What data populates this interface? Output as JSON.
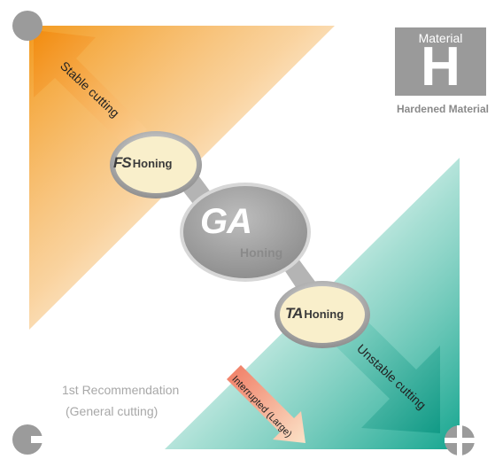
{
  "badge": {
    "title": "Material",
    "letter": "H",
    "caption": "Hardened Material"
  },
  "arrows": {
    "stable": "Stable cutting",
    "unstable": "Unstable cutting",
    "interrupted": "Interrupted (Large)"
  },
  "honings": {
    "fs": {
      "brand": "FS",
      "label": "Honing"
    },
    "ga": {
      "brand": "GA",
      "label": "Honing"
    },
    "ta": {
      "brand": "TA",
      "label": "Honing"
    }
  },
  "recommendation": {
    "line1": "1st Recommendation",
    "line2": "(General cutting)"
  },
  "colors": {
    "orange": "#f39a1e",
    "teal": "#14a58f",
    "gray_circle": "#9b9b9b",
    "ellipse_fill": "#f9efcb",
    "ga_gray": "#9a9a9a"
  }
}
